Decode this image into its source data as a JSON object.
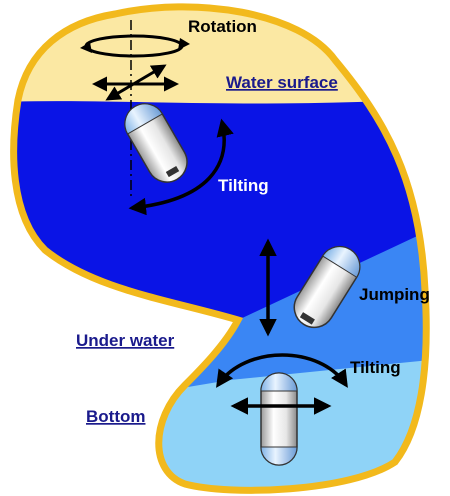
{
  "labels": {
    "rotation": "Rotation",
    "water_surface": "Water surface",
    "tilting_top": "Tilting",
    "jumping": "Jumping",
    "under_water": "Under water",
    "tilting_bottom": "Tilting",
    "bottom": "Bottom"
  },
  "colors": {
    "outline": "#f2b91c",
    "surface_zone": "#fbe8a3",
    "deep_water": "#0a14e6",
    "mid_water": "#3a86f4",
    "bottom_zone": "#8fd3f7",
    "label_blue": "#1a1a8c"
  }
}
